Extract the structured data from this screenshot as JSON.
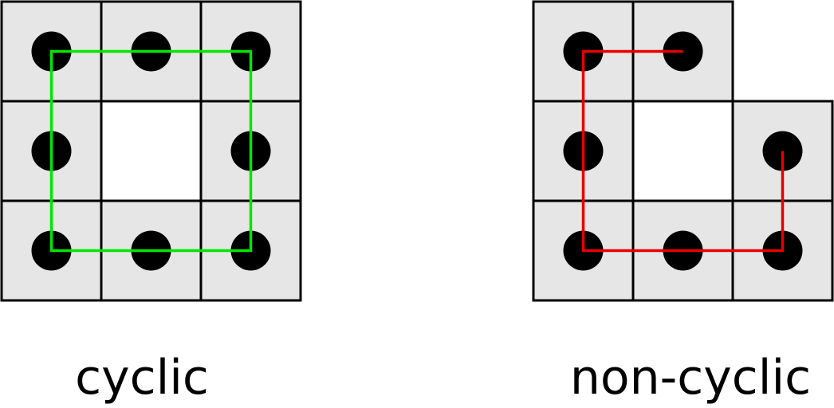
{
  "colors": {
    "cell_fill": "#e6e6e6",
    "empty_fill": "#ffffff",
    "grid_line": "#000000",
    "dot": "#000000",
    "cyclic_path": "#00e600",
    "noncyclic_path": "#e60000"
  },
  "panels": [
    {
      "id": "cyclic",
      "caption": "cyclic",
      "path_color": "cyclic_path",
      "path_closed": true,
      "cells": [
        {
          "row": 0,
          "col": 0,
          "filled": true
        },
        {
          "row": 0,
          "col": 1,
          "filled": true
        },
        {
          "row": 0,
          "col": 2,
          "filled": true
        },
        {
          "row": 1,
          "col": 0,
          "filled": true
        },
        {
          "row": 1,
          "col": 1,
          "filled": false
        },
        {
          "row": 1,
          "col": 2,
          "filled": true
        },
        {
          "row": 2,
          "col": 0,
          "filled": true
        },
        {
          "row": 2,
          "col": 1,
          "filled": true
        },
        {
          "row": 2,
          "col": 2,
          "filled": true
        }
      ],
      "path": [
        [
          0,
          0
        ],
        [
          0,
          1
        ],
        [
          0,
          2
        ],
        [
          1,
          2
        ],
        [
          2,
          2
        ],
        [
          2,
          1
        ],
        [
          2,
          0
        ],
        [
          1,
          0
        ]
      ]
    },
    {
      "id": "non-cyclic",
      "caption": "non-cyclic",
      "path_color": "noncyclic_path",
      "path_closed": false,
      "cells": [
        {
          "row": 0,
          "col": 0,
          "filled": true
        },
        {
          "row": 0,
          "col": 1,
          "filled": true
        },
        {
          "row": 1,
          "col": 0,
          "filled": true
        },
        {
          "row": 1,
          "col": 1,
          "filled": false
        },
        {
          "row": 1,
          "col": 2,
          "filled": true
        },
        {
          "row": 2,
          "col": 0,
          "filled": true
        },
        {
          "row": 2,
          "col": 1,
          "filled": true
        },
        {
          "row": 2,
          "col": 2,
          "filled": true
        }
      ],
      "path": [
        [
          0,
          1
        ],
        [
          0,
          0
        ],
        [
          1,
          0
        ],
        [
          2,
          0
        ],
        [
          2,
          1
        ],
        [
          2,
          2
        ],
        [
          1,
          2
        ]
      ]
    }
  ]
}
